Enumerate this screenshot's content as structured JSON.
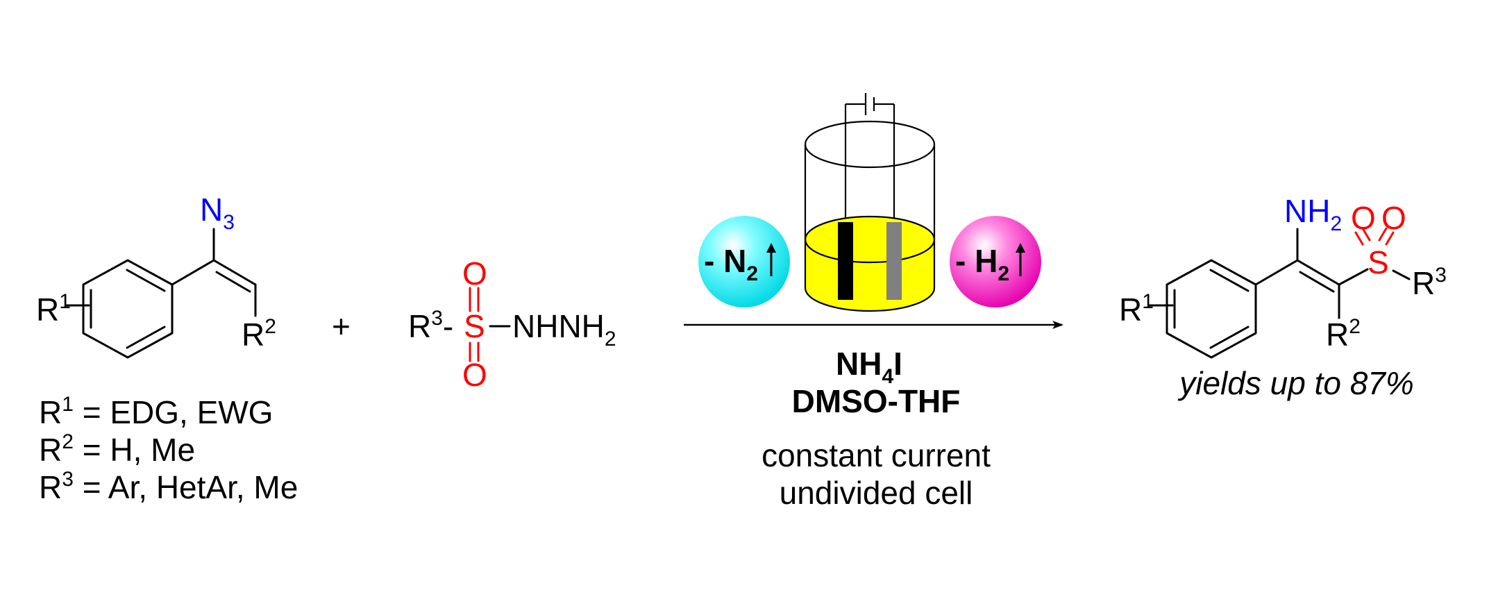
{
  "reactant_azide": {
    "azide_label": "N",
    "azide_sub": "3",
    "r1": "R",
    "r1_sup": "1",
    "r2": "R",
    "r2_sup": "2"
  },
  "plus_sign": "+",
  "reactant_hydrazide": {
    "r3": "R",
    "r3_sup": "3",
    "dash": "-",
    "sulfur": "S",
    "oxygen_top": "O",
    "oxygen_bottom": "O",
    "hydrazine": "NHNH",
    "hydrazine_sub": "2"
  },
  "substituents": [
    {
      "label": "R",
      "sup": "1",
      "text": " = EDG, EWG"
    },
    {
      "label": "R",
      "sup": "2",
      "text": " = H, Me"
    },
    {
      "label": "R",
      "sup": "3",
      "text": " = Ar, HetAr, Me"
    }
  ],
  "conditions": {
    "byproduct_left": {
      "text": "- N",
      "sub": "2",
      "color": "#00ffff"
    },
    "byproduct_right": {
      "text": "- H",
      "sub": "2",
      "color": "#ff33cc"
    },
    "reagent_main": "NH",
    "reagent_sub": "4",
    "reagent_tail": "I",
    "solvent": "DMSO-THF",
    "line1": "constant current",
    "line2": "undivided cell",
    "electrolyte_color": "#ffff00"
  },
  "product": {
    "amine": "NH",
    "amine_sub": "2",
    "sulfur": "S",
    "oxygen_1": "O",
    "oxygen_2": "O",
    "r1": "R",
    "r1_sup": "1",
    "r2": "R",
    "r2_sup": "2",
    "r3": "R",
    "r3_sup": "3",
    "yield_text": "yields up to 87%"
  }
}
